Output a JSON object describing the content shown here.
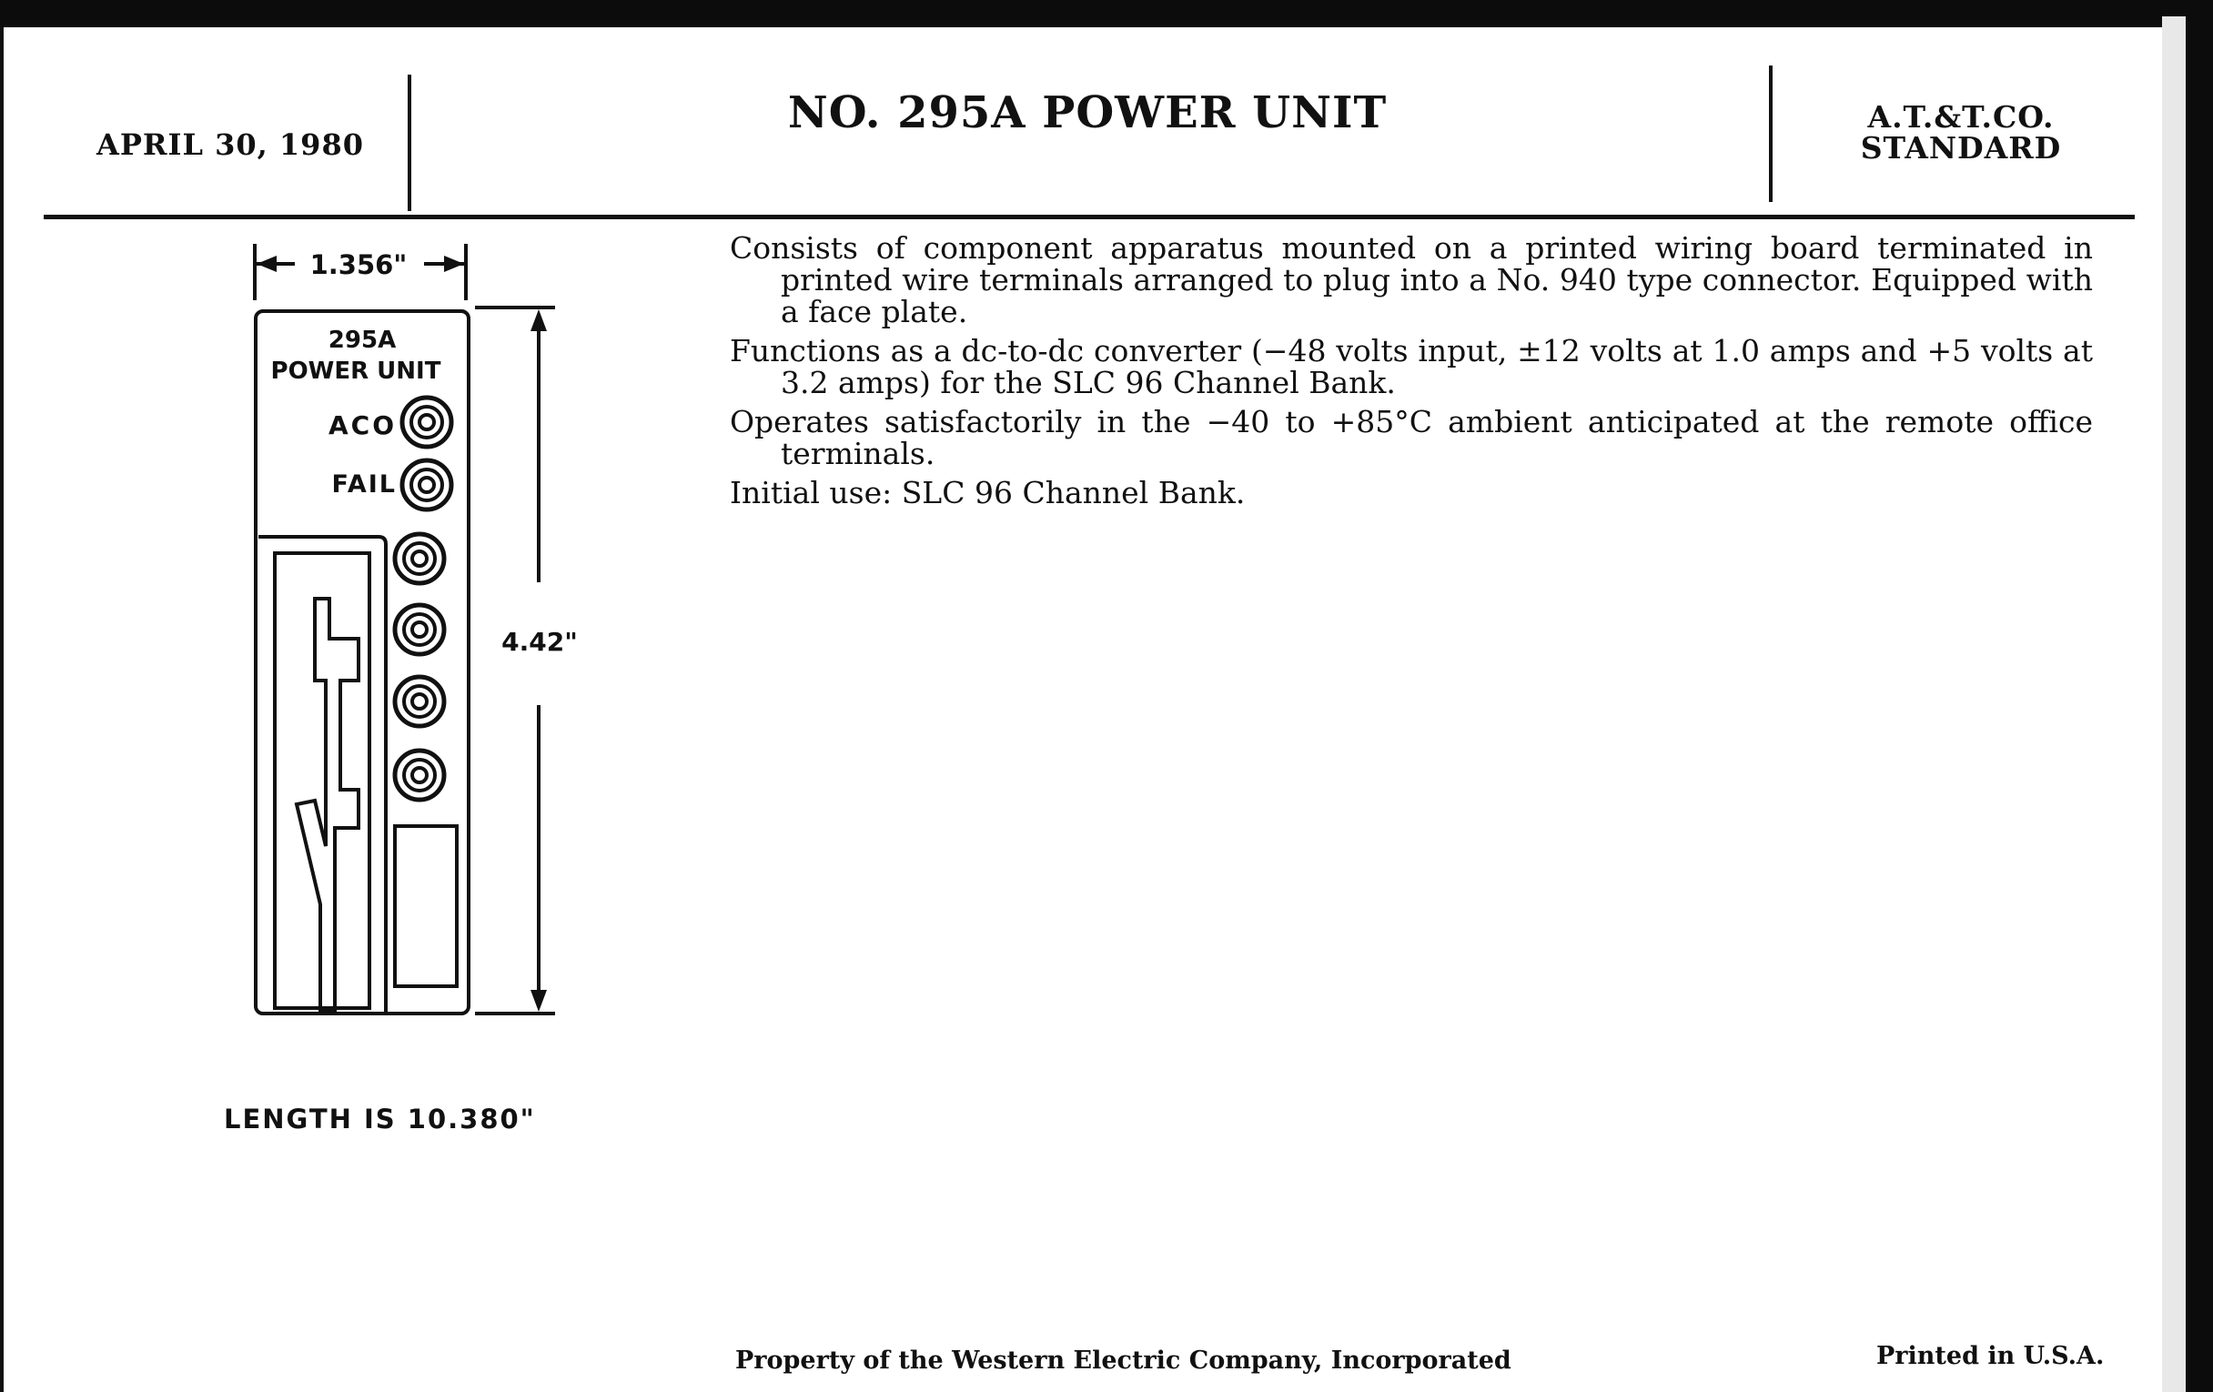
{
  "header": {
    "date": "APRIL 30, 1980",
    "title": "NO. 295A POWER UNIT",
    "standard_line1": "A.T.&T.CO.",
    "standard_line2": "STANDARD"
  },
  "diagram": {
    "width_dimension": "1.356\"",
    "height_dimension": "4.42\"",
    "unit_label_line1": "295A",
    "unit_label_line2": "POWER UNIT",
    "indicator_aco": "ACO",
    "indicator_fail": "FAIL",
    "length_note": "LENGTH IS 10.380\""
  },
  "description": {
    "paragraphs": [
      "Consists of component apparatus mounted on a printed wiring board terminated in printed wire terminals arranged to plug into a No. 940 type connector. Equipped with a face plate.",
      "Functions as a dc-to-dc converter (−48 volts input, ±12 volts at 1.0 amps and +5 volts at 3.2 amps) for the SLC 96 Channel Bank.",
      "Operates satisfactorily in the −40 to +85°C ambient anticipated at the remote office terminals.",
      "Initial use: SLC 96 Channel Bank."
    ]
  },
  "footer": {
    "property": "Property of the Western Electric Company, Incorporated",
    "printed": "Printed in U.S.A."
  }
}
